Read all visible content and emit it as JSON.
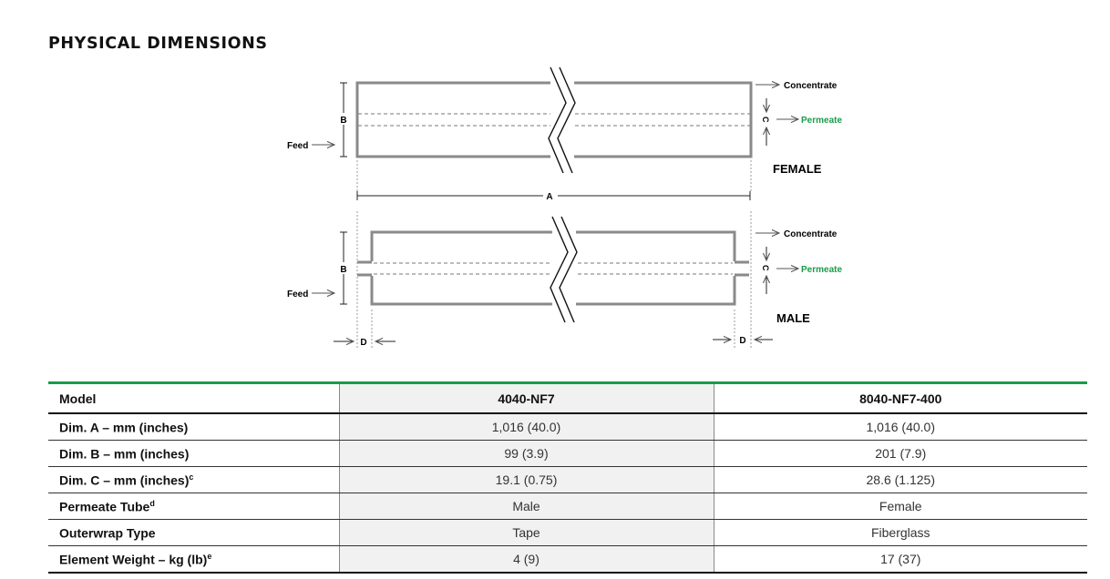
{
  "title": "PHYSICAL DIMENSIONS",
  "diagram": {
    "female": {
      "label": "FEMALE",
      "feed": "Feed",
      "concentrate": "Concentrate",
      "permeate": "Permeate",
      "dim_b": "B",
      "dim_c": "C"
    },
    "dim_a": "A",
    "male": {
      "label": "MALE",
      "feed": "Feed",
      "concentrate": "Concentrate",
      "permeate": "Permeate",
      "dim_b": "B",
      "dim_c": "C",
      "dim_d_left": "D",
      "dim_d_right": "D"
    },
    "colors": {
      "permeate": "#1a9c4a",
      "accent": "#1a9c4a",
      "line": "#888888"
    }
  },
  "table": {
    "header": {
      "label": "Model",
      "col1": "4040-NF7",
      "col2": "8040-NF7-400"
    },
    "rows": [
      {
        "label": "Dim. A – mm (inches)",
        "sup": "",
        "col1": "1,016 (40.0)",
        "col2": "1,016 (40.0)"
      },
      {
        "label": "Dim. B – mm (inches)",
        "sup": "",
        "col1": "99 (3.9)",
        "col2": "201 (7.9)"
      },
      {
        "label": "Dim. C – mm (inches)",
        "sup": "c",
        "col1": "19.1 (0.75)",
        "col2": "28.6 (1.125)"
      },
      {
        "label": "Permeate Tube",
        "sup": "d",
        "col1": "Male",
        "col2": "Female"
      },
      {
        "label": "Outerwrap Type",
        "sup": "",
        "col1": "Tape",
        "col2": "Fiberglass"
      },
      {
        "label": "Element Weight – kg (lb)",
        "sup": "e",
        "col1": "4 (9)",
        "col2": "17 (37)"
      }
    ]
  }
}
